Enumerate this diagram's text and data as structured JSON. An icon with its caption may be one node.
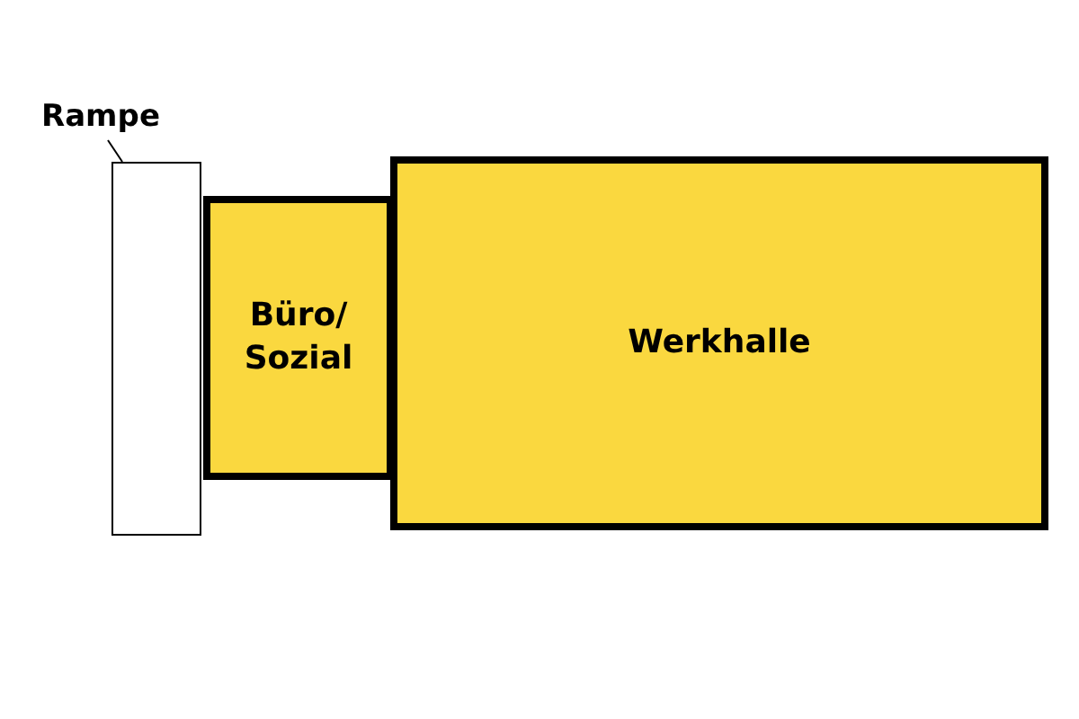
{
  "diagram": {
    "nodes": [
      {
        "text": [
          "Rampe"
        ]
      },
      {
        "text": [],
        "shape": "box"
      },
      {
        "text": [
          "Büro/ Sozial"
        ]
      },
      {
        "text": [
          "Werkhalle"
        ]
      }
    ],
    "edges": [
      {
        "from": 0,
        "to": 1,
        "arrow": "none"
      }
    ]
  }
}
